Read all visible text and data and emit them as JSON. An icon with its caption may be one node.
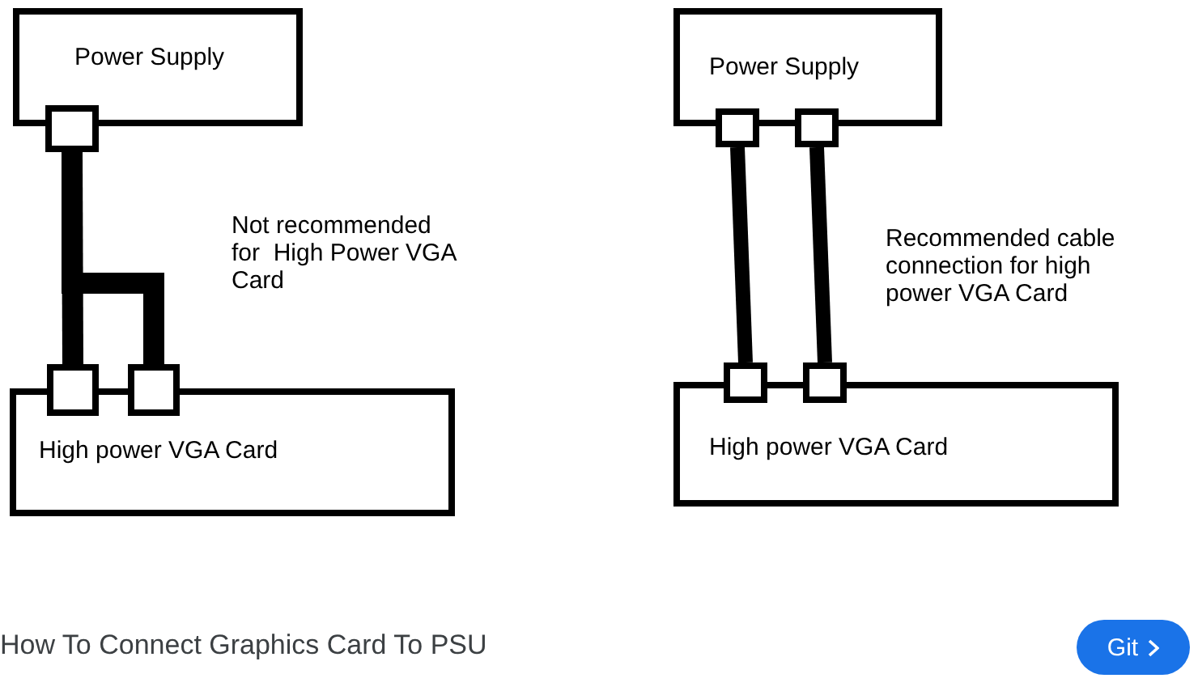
{
  "diagram": {
    "caption": "How To Connect Graphics Card To PSU",
    "nodes": [
      {
        "text": [
          "Power Supply"
        ]
      },
      {
        "text": [],
        "shape": "box"
      },
      {
        "text": [
          "High power VGA Card"
        ]
      },
      {
        "text": [],
        "shape": "box"
      },
      {
        "text": [],
        "shape": "box"
      },
      {
        "text": [
          "Power Supply"
        ]
      },
      {
        "text": [],
        "shape": "box"
      },
      {
        "text": [],
        "shape": "box"
      },
      {
        "text": [
          "High power VGA Card"
        ]
      },
      {
        "text": [],
        "shape": "box"
      },
      {
        "text": [],
        "shape": "box"
      }
    ],
    "edges": [
      {
        "from": 1,
        "to": 3,
        "arrow": "none"
      },
      {
        "from": 1,
        "to": 4,
        "arrow": "none"
      },
      {
        "from": 6,
        "to": 9,
        "arrow": "none"
      },
      {
        "from": 7,
        "to": 10,
        "arrow": "none"
      }
    ],
    "labels": [
      "Not recommended for  High Power VGA Card",
      "Recommended cable connection for high power VGA Card",
      "Git"
    ]
  }
}
